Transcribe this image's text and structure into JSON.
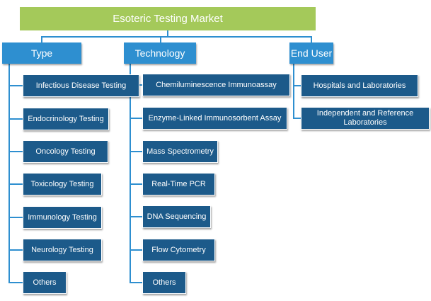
{
  "title": "Esoteric Testing Market",
  "categories": [
    {
      "label": "Type",
      "items": [
        "Infectious Disease Testing",
        "Endocrinology Testing",
        "Oncology Testing",
        "Toxicology Testing",
        "Immunology Testing",
        "Neurology Testing",
        "Others"
      ]
    },
    {
      "label": "Technology",
      "items": [
        "Chemiluminescence Immunoassay",
        "Enzyme-Linked Immunosorbent Assay",
        "Mass Spectrometry",
        "Real-Time PCR",
        "DNA Sequencing",
        "Flow Cytometry",
        "Others"
      ]
    },
    {
      "label": "End User",
      "items": [
        "Hospitals and Laboratories",
        "Independent and Reference Laboratories"
      ]
    }
  ],
  "colors": {
    "root": "#a4c95a",
    "category": "#2e8fd0",
    "leaf": "#1c5a8a",
    "connector": "#2e8fd0"
  }
}
